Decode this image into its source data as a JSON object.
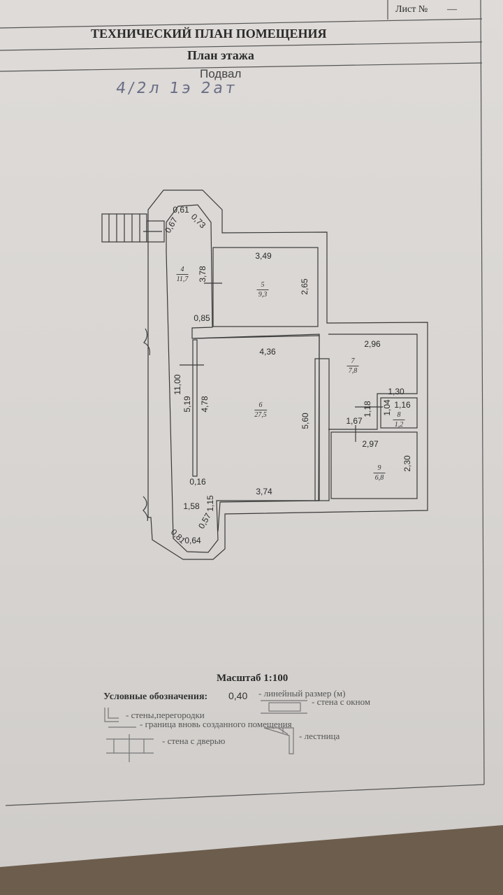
{
  "sheet": {
    "label": "Лист №",
    "number": "—"
  },
  "title": "ТЕХНИЧЕСКИЙ ПЛАН ПОМЕЩЕНИЯ",
  "subtitle": "План этажа",
  "floor": "Подвал",
  "handwritten_note": "4/2л 1э 2ат",
  "rooms": [
    {
      "number": "4",
      "area": "11,7"
    },
    {
      "number": "5",
      "area": "9,3"
    },
    {
      "number": "6",
      "area": "27,5"
    },
    {
      "number": "7",
      "area": "7,8"
    },
    {
      "number": "8",
      "area": "1,2"
    },
    {
      "number": "9",
      "area": "6,8"
    }
  ],
  "dimensions": {
    "d061": "0,61",
    "d067": "0,67",
    "d073": "0,73",
    "d378": "3,78",
    "d349": "3,49",
    "d265": "2,65",
    "d085": "0,85",
    "d436": "4,36",
    "d1100": "11,00",
    "d519": "5,19",
    "d478": "4,78",
    "d560": "5,60",
    "d016": "0,16",
    "d374": "3,74",
    "d158": "1,58",
    "d115": "1,15",
    "d057": "0,57",
    "d081": "0,81",
    "d064": "0,64",
    "d296": "2,96",
    "d130": "1,30",
    "d118": "1,18",
    "d104": "1,04",
    "d116": "1,16",
    "d167": "1,67",
    "d297": "2,97",
    "d230": "2,30"
  },
  "scale": "Масштаб 1:100",
  "legend": {
    "title": "Условные обозначения:",
    "sample_value": "0,40",
    "linear_size": "- линейный размер (м)",
    "window_wall": "- стена с окном",
    "walls": "- стены,перегородки",
    "new_boundary": "- граница вновь созданного помещения",
    "door_wall": "- стена с дверью",
    "stairs": "- лестница"
  }
}
